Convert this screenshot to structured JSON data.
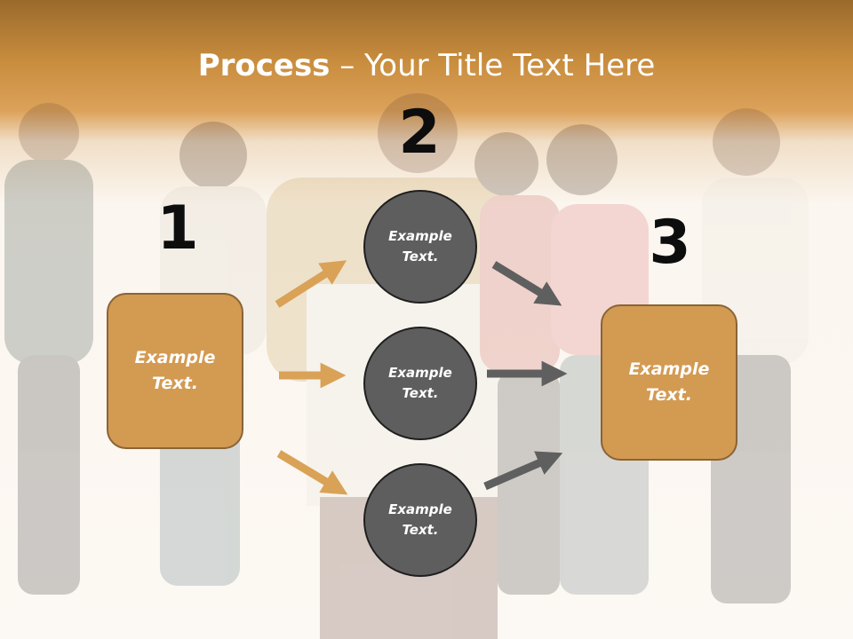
{
  "slide": {
    "title_bold": "Process",
    "title_rest": " – Your Title Text Here"
  },
  "steps": [
    {
      "number": "1",
      "text_line1": "Example",
      "text_line2": "Text."
    },
    {
      "number": "2"
    },
    {
      "number": "3",
      "text_line1": "Example",
      "text_line2": "Text."
    }
  ],
  "circles": [
    {
      "text_line1": "Example",
      "text_line2": "Text."
    },
    {
      "text_line1": "Example",
      "text_line2": "Text."
    },
    {
      "text_line1": "Example",
      "text_line2": "Text."
    }
  ],
  "colors": {
    "header_band": "#c98d3e",
    "box_fill": "#d39a52",
    "box_border": "#8a6436",
    "circle_fill": "#5e5e5e",
    "left_arrows": "#d9a257",
    "right_arrows": "#5f5f5f"
  }
}
